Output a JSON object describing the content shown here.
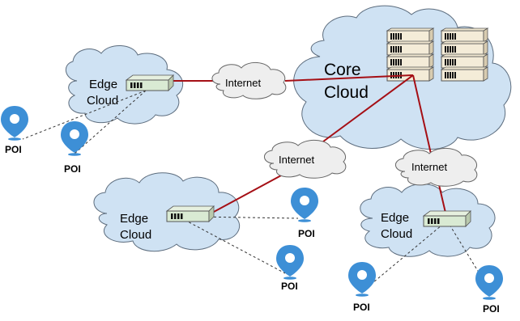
{
  "labels": {
    "core_line1": "Core",
    "core_line2": "Cloud",
    "edge_line1": "Edge",
    "edge_line2": "Cloud",
    "internet": "Internet",
    "poi": "POI"
  },
  "colors": {
    "cloud_fill": "#cfe2f3",
    "cloud_stroke": "#5d6d7e",
    "internet_fill": "#eeeeee",
    "link": "#a50f15",
    "poi_pin": "#3d8fd6",
    "switch_fill": "#d9ead3",
    "server_fill": "#f4ecd8"
  },
  "icons": {
    "poi": "location-pin-icon",
    "server": "server-rack-icon",
    "switch": "network-switch-icon",
    "cloud": "cloud-icon"
  }
}
